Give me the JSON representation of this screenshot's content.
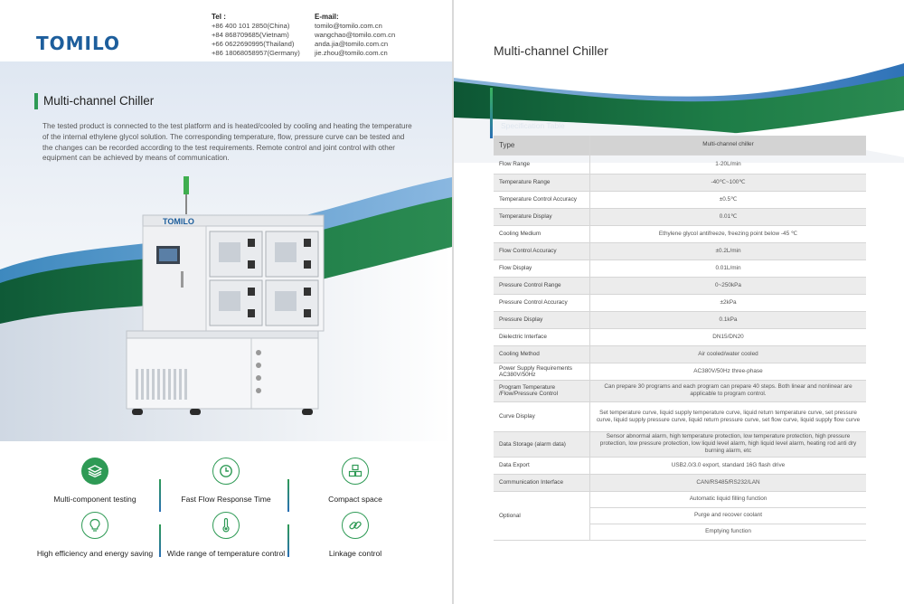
{
  "brand": {
    "logo_text": "TOMILO"
  },
  "contact": {
    "tel_label": "Tel :",
    "tels": [
      "+86 400 101 2850(China)",
      "+84 868709685(Vietnam)",
      "+66 0622690995(Thailand)",
      "+86 18068058957(Germany)"
    ],
    "email_label": "E-mail:",
    "emails": [
      "tomilo@tomilo.com.cn",
      "wangchao@tomilo.com.cn",
      "anda.jia@tomilo.com.cn",
      "jie.zhou@tomilo.com.cn"
    ]
  },
  "left": {
    "title": "Multi-channel Chiller",
    "description": "The tested product is connected to the test platform and is heated/cooled by cooling and heating the temperature of the internal ethylene glycol solution. The corresponding temperature, flow, pressure curve can be tested and the changes can be recorded according to the test requirements. Remote control and joint control with other equipment can be achieved by means of communication.",
    "machine_label": "TOMILO",
    "features": [
      {
        "label": "Multi-component testing",
        "icon": "layers-icon"
      },
      {
        "label": "Fast Flow Response Time",
        "icon": "clock-icon"
      },
      {
        "label": "Compact space",
        "icon": "cubes-icon"
      },
      {
        "label": "High efficiency and energy saving",
        "icon": "lightbulb-icon"
      },
      {
        "label": "Wide range of temperature control",
        "icon": "thermometer-icon"
      },
      {
        "label": "Linkage control",
        "icon": "link-icon"
      }
    ]
  },
  "right": {
    "title": "Multi-channel Chiller",
    "spec_title": "Specification Table",
    "header": {
      "key": "Type",
      "value": "Multi-channel chiller"
    },
    "rows": [
      {
        "key": "Flow Range",
        "value": "1-20L/min"
      },
      {
        "key": "Temperature Range",
        "value": "-40℃~100℃"
      },
      {
        "key": "Temperature Control Accuracy",
        "value": "±0.5℃"
      },
      {
        "key": "Temperature Display",
        "value": "0.01℃"
      },
      {
        "key": "Cooling Medium",
        "value": "Ethylene glycol antifreeze, freezing point below -45 ℃"
      },
      {
        "key": "Flow Control Accuracy",
        "value": "±0.2L/min"
      },
      {
        "key": "Flow Display",
        "value": "0.01L/min"
      },
      {
        "key": "Pressure Control Range",
        "value": "0~250kPa"
      },
      {
        "key": "Pressure Control Accuracy",
        "value": "±2kPa"
      },
      {
        "key": "Pressure Display",
        "value": "0.1kPa"
      },
      {
        "key": "Dielectric Interface",
        "value": "DN15/DN20"
      },
      {
        "key": "Cooling Method",
        "value": "Air cooled/water cooled"
      },
      {
        "key": "Power Supply Requirements AC380V/50Hz",
        "value": "AC380V/50Hz three-phase"
      },
      {
        "key": "Program Temperature /Flow/Pressure Control",
        "value": "Can prepare 30 programs and each program can prepare 40 steps. Both linear and nonlinear are applicable to program control."
      },
      {
        "key": "Curve Display",
        "value": "Set temperature curve, liquid supply temperature curve, liquid return temperature curve, set pressure curve, liquid supply pressure curve, liquid return pressure curve, set flow curve, liquid supply flow curve"
      },
      {
        "key": "Data Storage (alarm data)",
        "value": "Sensor abnormal alarm, high temperature protection, low temperature protection, high pressure protection, low pressure protection, low liquid level alarm, high liquid level alarm, heating rod anti dry burning alarm, etc"
      },
      {
        "key": "Data Export",
        "value": "USB2.0/3.0 export, standard 16G flash drive"
      },
      {
        "key": "Communication Interface",
        "value": "CAN/RS485/RS232/LAN"
      }
    ],
    "optional": {
      "key": "Optional",
      "values": [
        "Automatic liquid filling function",
        "Purge and recover coolant",
        "Emptying function"
      ]
    }
  }
}
